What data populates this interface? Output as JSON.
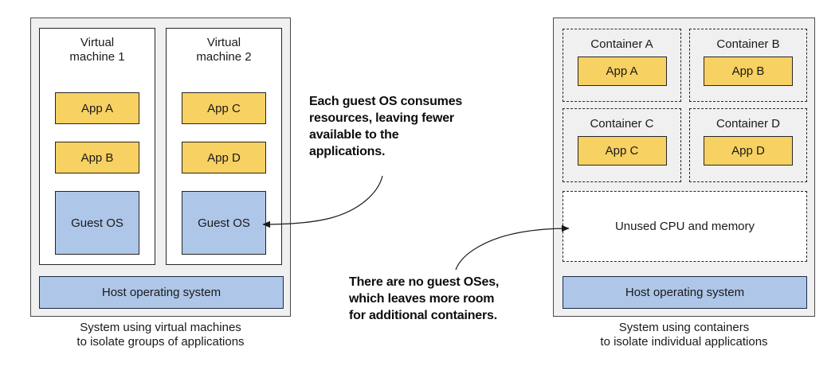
{
  "left_panel": {
    "vm1": {
      "title": "Virtual machine 1",
      "app1": "App A",
      "app2": "App B",
      "os": "Guest OS"
    },
    "vm2": {
      "title": "Virtual machine 2",
      "app1": "App C",
      "app2": "App D",
      "os": "Guest OS"
    },
    "host_bar": "Host operating system",
    "caption": {
      "line1": "System using virtual machines",
      "line2": "to isolate groups of applications"
    }
  },
  "right_panel": {
    "containers": [
      {
        "title": "Container A",
        "app": "App A"
      },
      {
        "title": "Container B",
        "app": "App B"
      },
      {
        "title": "Container C",
        "app": "App C"
      },
      {
        "title": "Container D",
        "app": "App D"
      }
    ],
    "unused_label": "Unused CPU and memory",
    "host_bar": "Host operating system",
    "caption": {
      "line1": "System using containers",
      "line2": "to isolate individual applications"
    }
  },
  "annotations": {
    "guest_os_note": {
      "line1": "Each guest OS consumes",
      "line2": "resources, leaving fewer",
      "line3": "available to the",
      "line4": "applications."
    },
    "containers_note": {
      "line1": "There are no guest OSes,",
      "line2": "which leaves more room",
      "line3": "for additional containers."
    }
  },
  "colors": {
    "app_fill": "#f7d161",
    "os_fill": "#aec6e8",
    "panel_fill": "#f0f0f1",
    "panel_border": "#4a4a4a",
    "box_border": "#262626",
    "arrow": "#1a1a1a"
  }
}
